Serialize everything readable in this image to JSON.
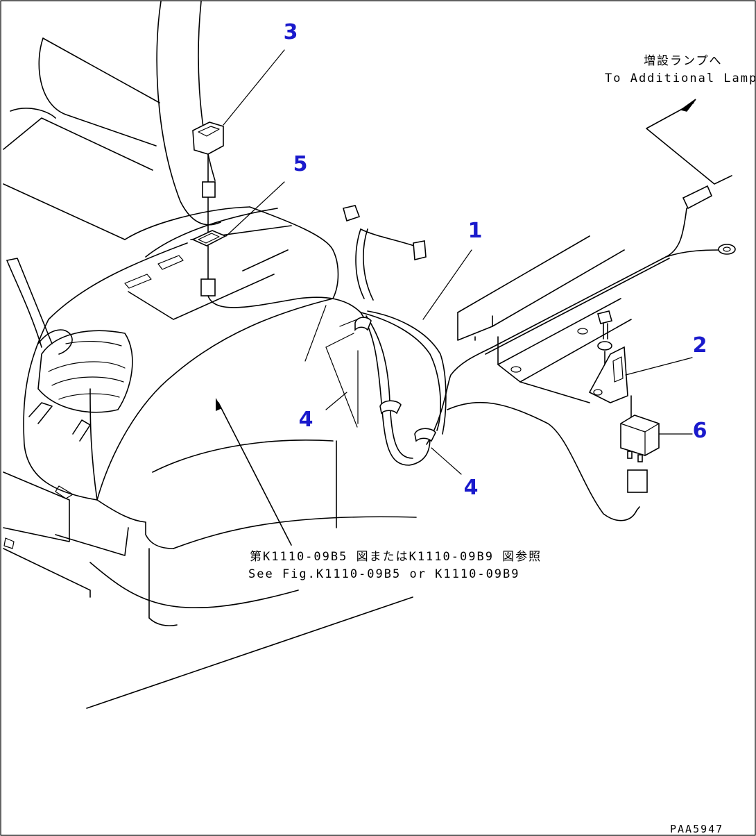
{
  "colors": {
    "line": "#000000",
    "callout": "#1a1acc",
    "background": "#ffffff"
  },
  "callouts": [
    {
      "id": "1",
      "label": "1"
    },
    {
      "id": "2",
      "label": "2"
    },
    {
      "id": "3",
      "label": "3"
    },
    {
      "id": "4a",
      "label": "4"
    },
    {
      "id": "4b",
      "label": "4"
    },
    {
      "id": "5",
      "label": "5"
    },
    {
      "id": "6",
      "label": "6"
    }
  ],
  "notes": {
    "lamp_jp": "増設ランプへ",
    "lamp_en": "To Additional Lamp",
    "ref_jp": "第K1110-09B5 図またはK1110-09B9 図参照",
    "ref_en": "See Fig.K1110-09B5 or K1110-09B9",
    "drawing_code": "PAA5947"
  }
}
